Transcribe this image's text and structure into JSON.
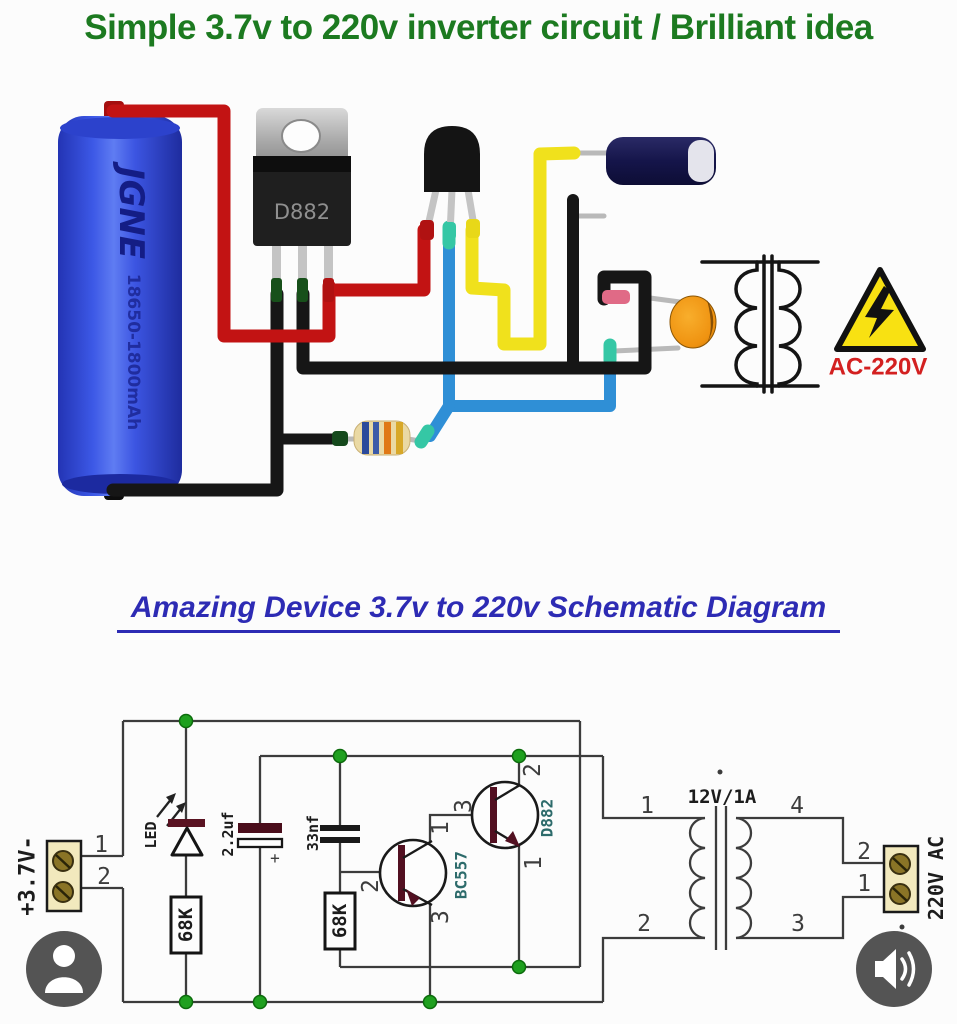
{
  "header": {
    "title": "Simple 3.7v to 220v inverter circuit / Brilliant idea"
  },
  "schematic_header": {
    "title": "Amazing Device 3.7v to 220v Schematic Diagram"
  },
  "pictorial": {
    "battery": {
      "brand": "JGNE",
      "model": "18650-1800mAh"
    },
    "power_transistor": {
      "label": "D882"
    },
    "warning": {
      "label": "AC-220V"
    }
  },
  "schematic": {
    "supply": {
      "label": "+3.7V-",
      "pin1": "1",
      "pin2": "2"
    },
    "led": {
      "label": "LED"
    },
    "r1": {
      "label": "68K"
    },
    "c1": {
      "label": "2.2uf",
      "polarity": "+"
    },
    "c2": {
      "label": "33nf"
    },
    "r2": {
      "label": "68K"
    },
    "q1": {
      "label": "BC557",
      "pin_base": "2",
      "pin_collector": "1",
      "pin_emitter": "3"
    },
    "q2": {
      "label": "D882",
      "pin_base": "3",
      "pin_collector": "2",
      "pin_emitter": "1"
    },
    "transformer": {
      "label": "12V/1A",
      "pin1": "1",
      "pin2": "2",
      "pin3": "3",
      "pin4": "4"
    },
    "output": {
      "label": "220V AC",
      "pin_top": "2",
      "pin_bottom": "1"
    }
  },
  "icons": {
    "avatar_icon": "person",
    "speaker_icon": "speaker-on"
  },
  "colors": {
    "title_green": "#1c7a20",
    "subtitle_blue": "#2d2bb4",
    "warning_red": "#d32020",
    "wire_positive_red": "#c21313",
    "wire_negative_black": "#161616",
    "wire_yellow": "#f0e11c",
    "wire_blue": "#2f8fd6",
    "junction_green": "#1fa01f"
  }
}
